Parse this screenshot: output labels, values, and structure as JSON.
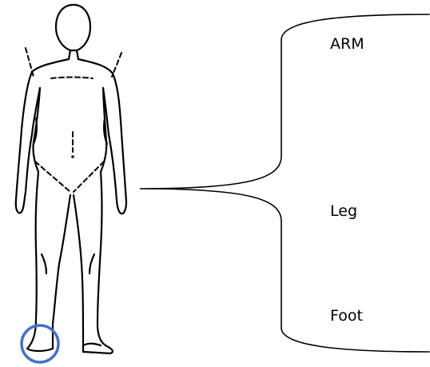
{
  "labels": {
    "arm": "ARM",
    "leg": "Leg",
    "foot": "Foot"
  },
  "highlight": {
    "target": "foot",
    "color": "#4472c4"
  },
  "figure": {
    "icon": "human-figure-outline-icon"
  }
}
